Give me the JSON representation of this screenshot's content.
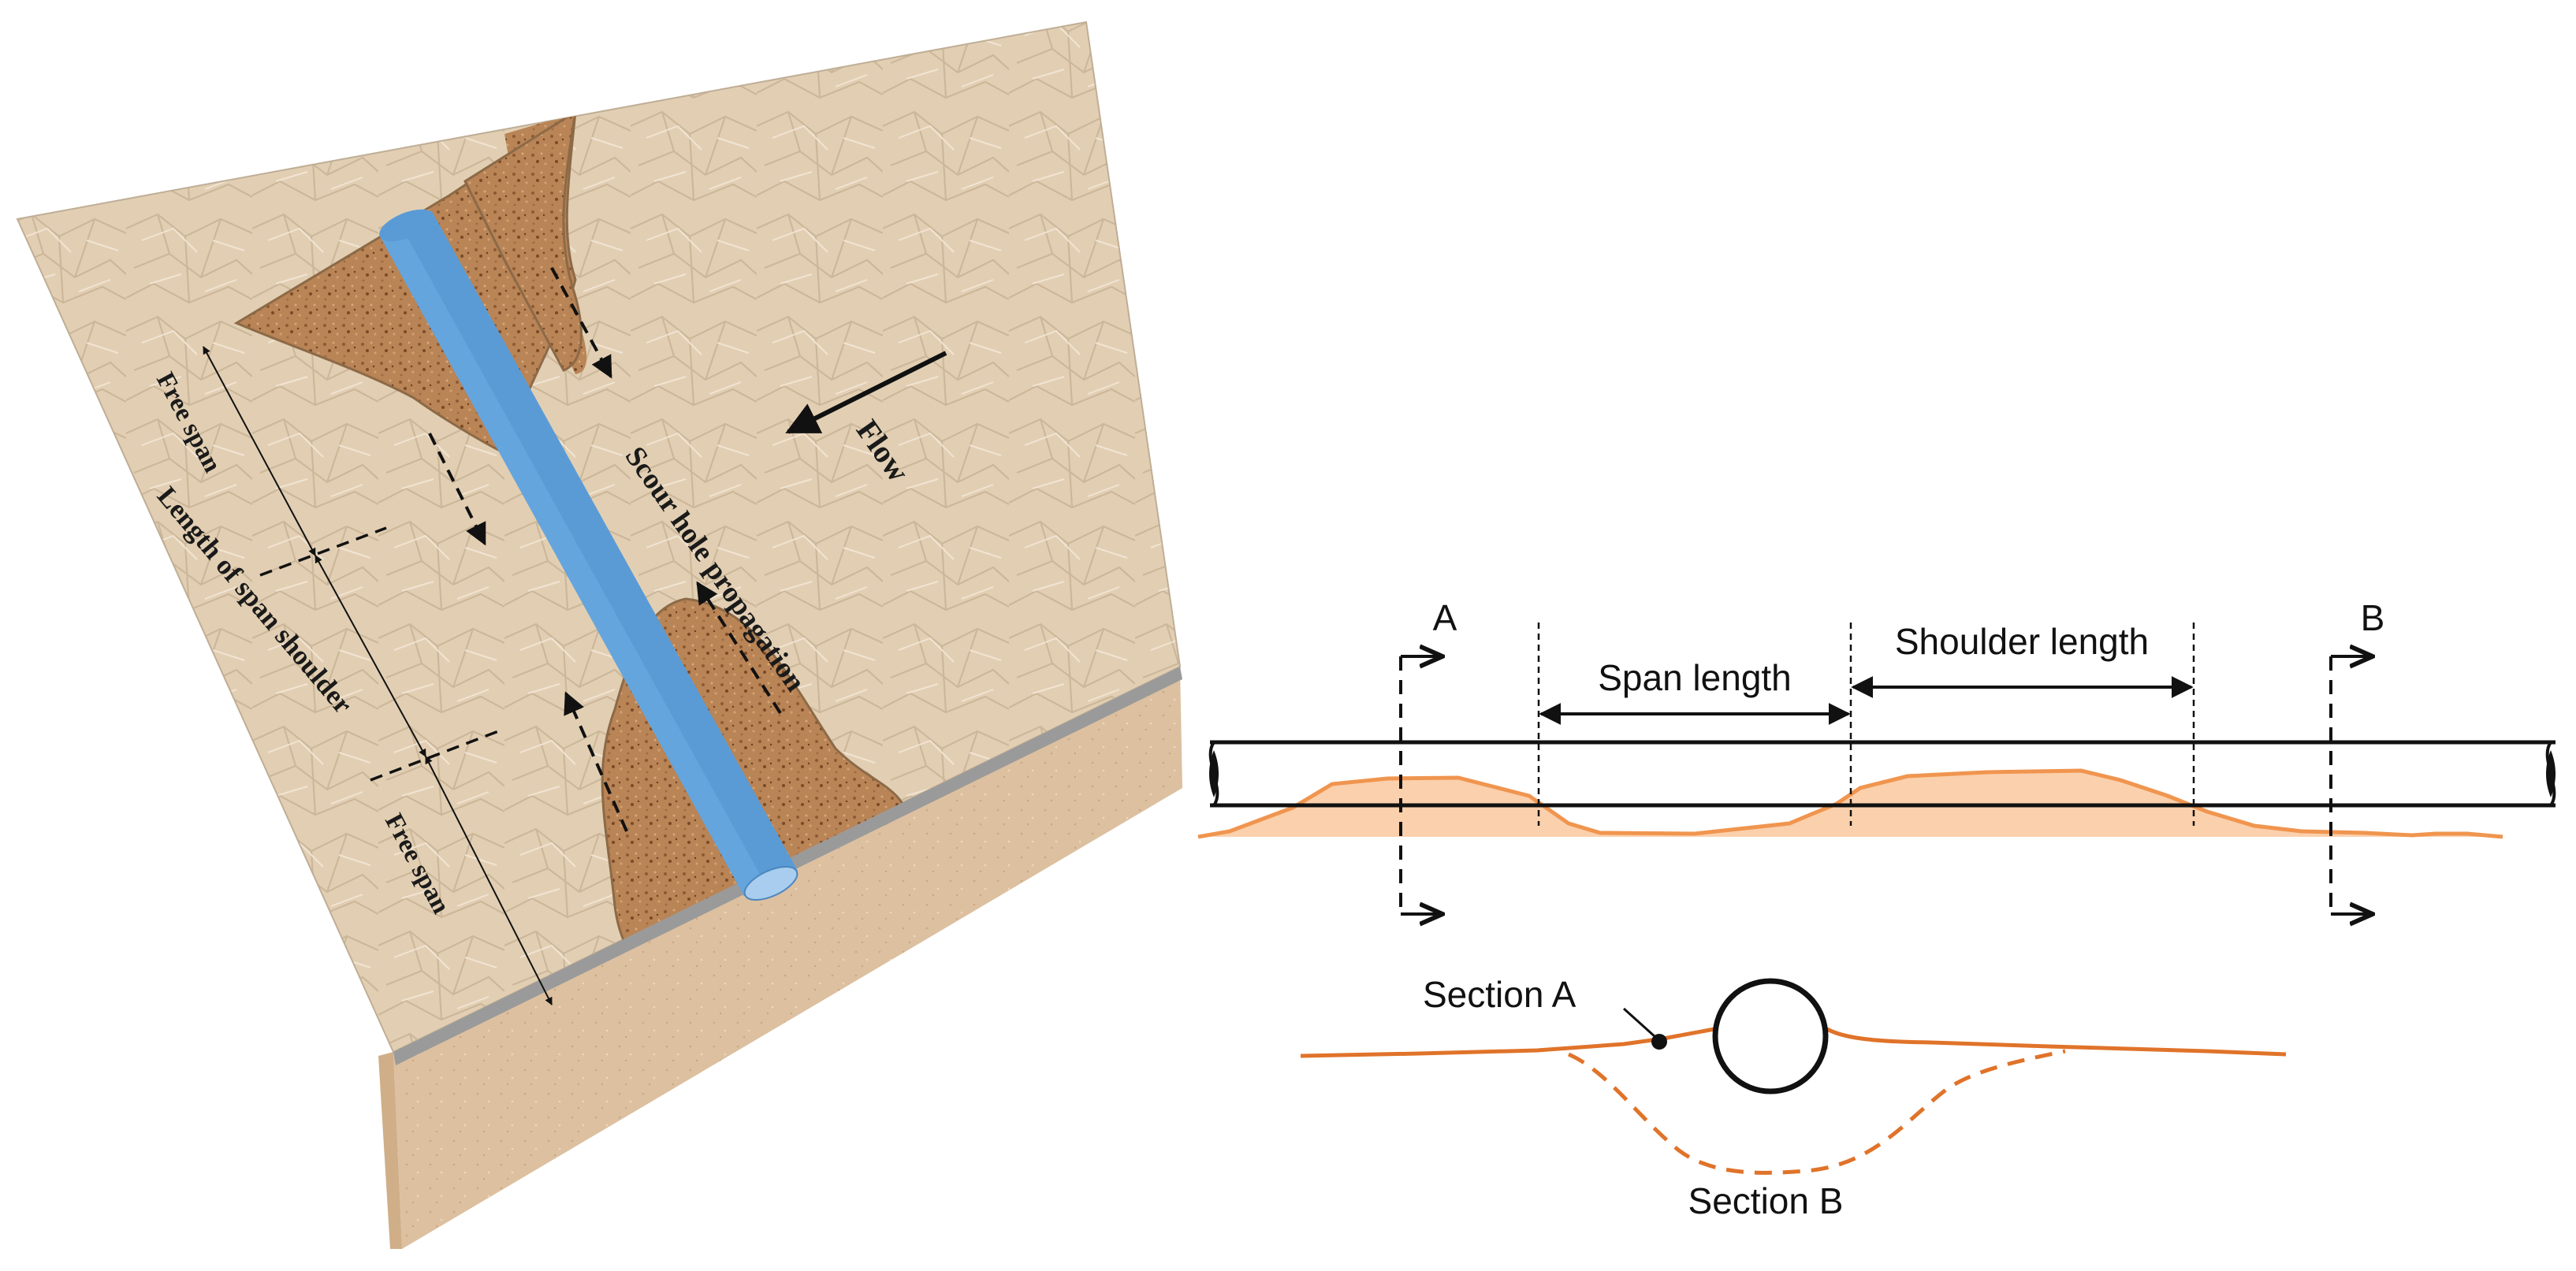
{
  "seabed_view": {
    "labels": {
      "flow": "Flow",
      "scour_hole_propagation": "Scour hole propagation",
      "free_span_top": "Free span",
      "length_of_span_shoulder": "Length of span shoulder",
      "free_span_bottom": "Free span"
    },
    "colors": {
      "seabed_surface": "#e2cfb3",
      "seabed_side": "#dcc0a0",
      "scour_hole": "#b98456",
      "pipeline": "#5b9bd5"
    }
  },
  "profile_view": {
    "labels": {
      "section_marker_a": "A",
      "section_marker_b": "B",
      "span_length": "Span length",
      "shoulder_length": "Shoulder length"
    },
    "colors": {
      "seabed_fill": "#fbd0ac",
      "seabed_line": "#f0954f"
    }
  },
  "cross_section": {
    "labels": {
      "section_a": "Section A",
      "section_b": "Section B"
    },
    "colors": {
      "line": "#e0732a"
    }
  }
}
